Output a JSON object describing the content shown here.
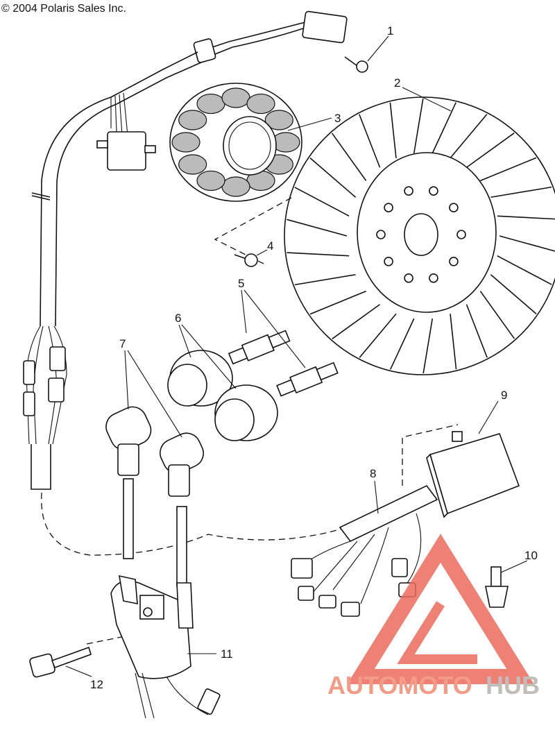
{
  "copyright": "© 2004 Polaris Sales Inc.",
  "callouts": [
    {
      "id": "1",
      "text": "1"
    },
    {
      "id": "2",
      "text": "2"
    },
    {
      "id": "3",
      "text": "3"
    },
    {
      "id": "4",
      "text": "4"
    },
    {
      "id": "5",
      "text": "5"
    },
    {
      "id": "6",
      "text": "6"
    },
    {
      "id": "7",
      "text": "7"
    },
    {
      "id": "8",
      "text": "8"
    },
    {
      "id": "9",
      "text": "9"
    },
    {
      "id": "10",
      "text": "10"
    },
    {
      "id": "11",
      "text": "11"
    },
    {
      "id": "12",
      "text": "12"
    }
  ],
  "watermark": {
    "part1": "AUTOMOTO",
    "part2": "HUB",
    "color_primary": "#f08b74",
    "color_secondary": "#b7b2b0",
    "logo_color": "#ec6a5c"
  }
}
